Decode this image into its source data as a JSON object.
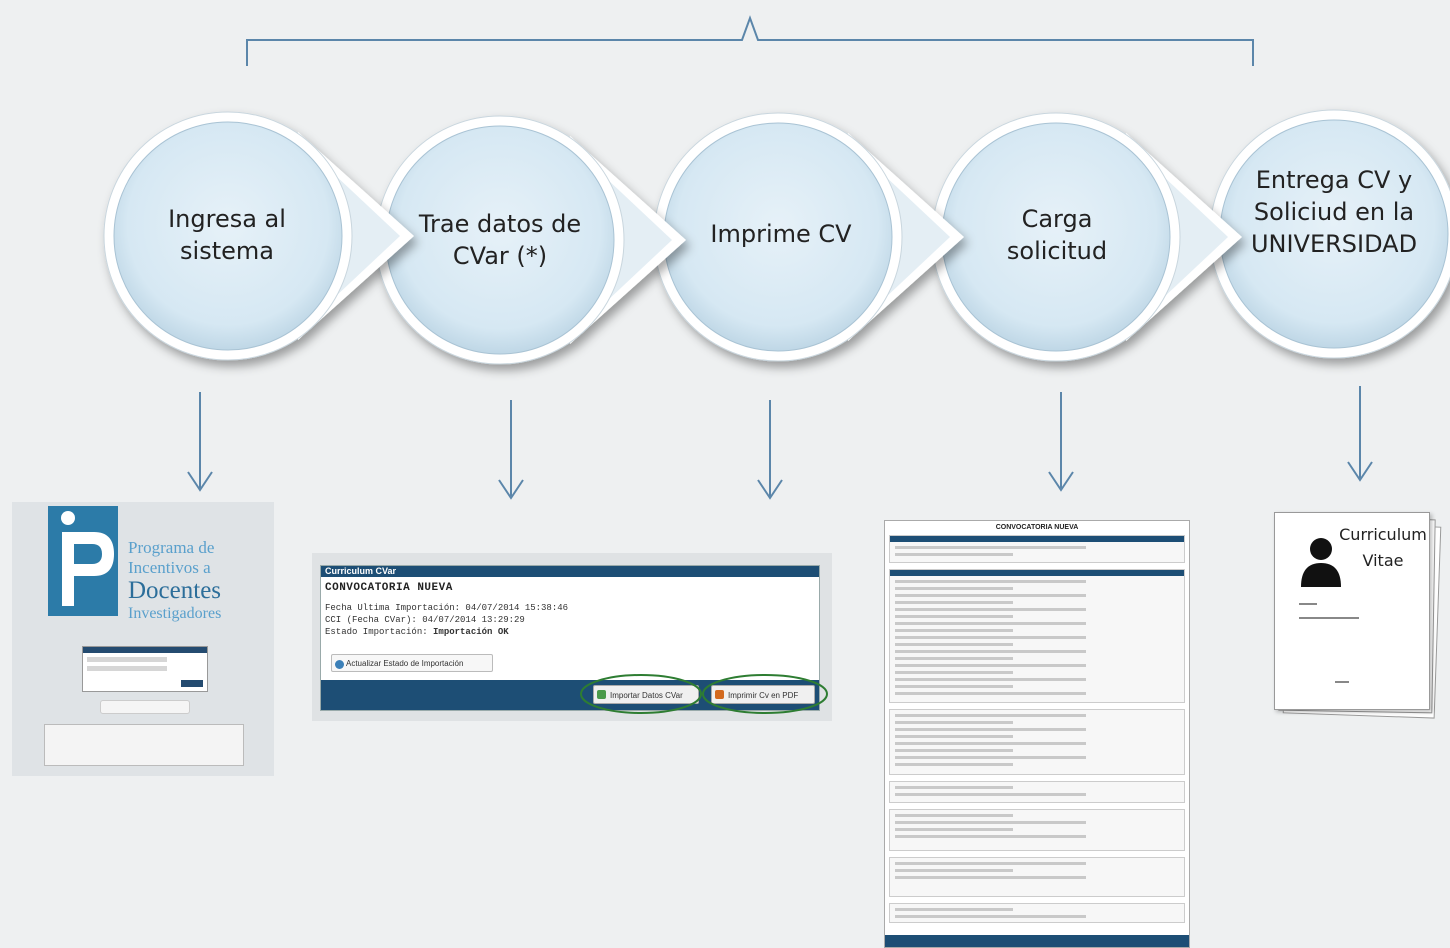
{
  "steps": [
    {
      "label": "Ingresa al\nsistema"
    },
    {
      "label": "Trae datos de\nCVar      (*)"
    },
    {
      "label": "Imprime CV"
    },
    {
      "label": "Carga\nsolicitud"
    },
    {
      "label": "Entrega CV y\nSoliciud   en la\nUNIVERSIDAD"
    }
  ],
  "login_thumb": {
    "logo_lines": [
      "Programa de",
      "Incentivos a",
      "Docentes",
      "Investigadores"
    ]
  },
  "cvar_thumb": {
    "header": "Curriculum CVar",
    "title": "CONVOCATORIA NUEVA",
    "line1": "Fecha Ultima Importación: 04/07/2014 15:38:46",
    "line2": "CCI (Fecha CVar): 04/07/2014 13:29:29",
    "line3_label": "Estado Importación:",
    "line3_value": "Importación OK",
    "refresh_button": "Actualizar Estado de Importación",
    "import_button": "Importar Datos CVar",
    "print_button": "Imprimir Cv en PDF"
  },
  "form_thumb": {
    "title": "CONVOCATORIA NUEVA"
  },
  "cv_thumb": {
    "title": "Curriculum\nVitae"
  },
  "colors": {
    "circle_fill": "#dcebf4",
    "circle_ring": "#ffffff",
    "line": "#5b86aa",
    "header_blue": "#1d4e75",
    "highlight_green": "#2e7d32"
  },
  "icons": [
    "arrow-down-icon",
    "chevron-right-icon",
    "person-silhouette-icon",
    "refresh-icon",
    "import-icon",
    "pdf-icon"
  ]
}
